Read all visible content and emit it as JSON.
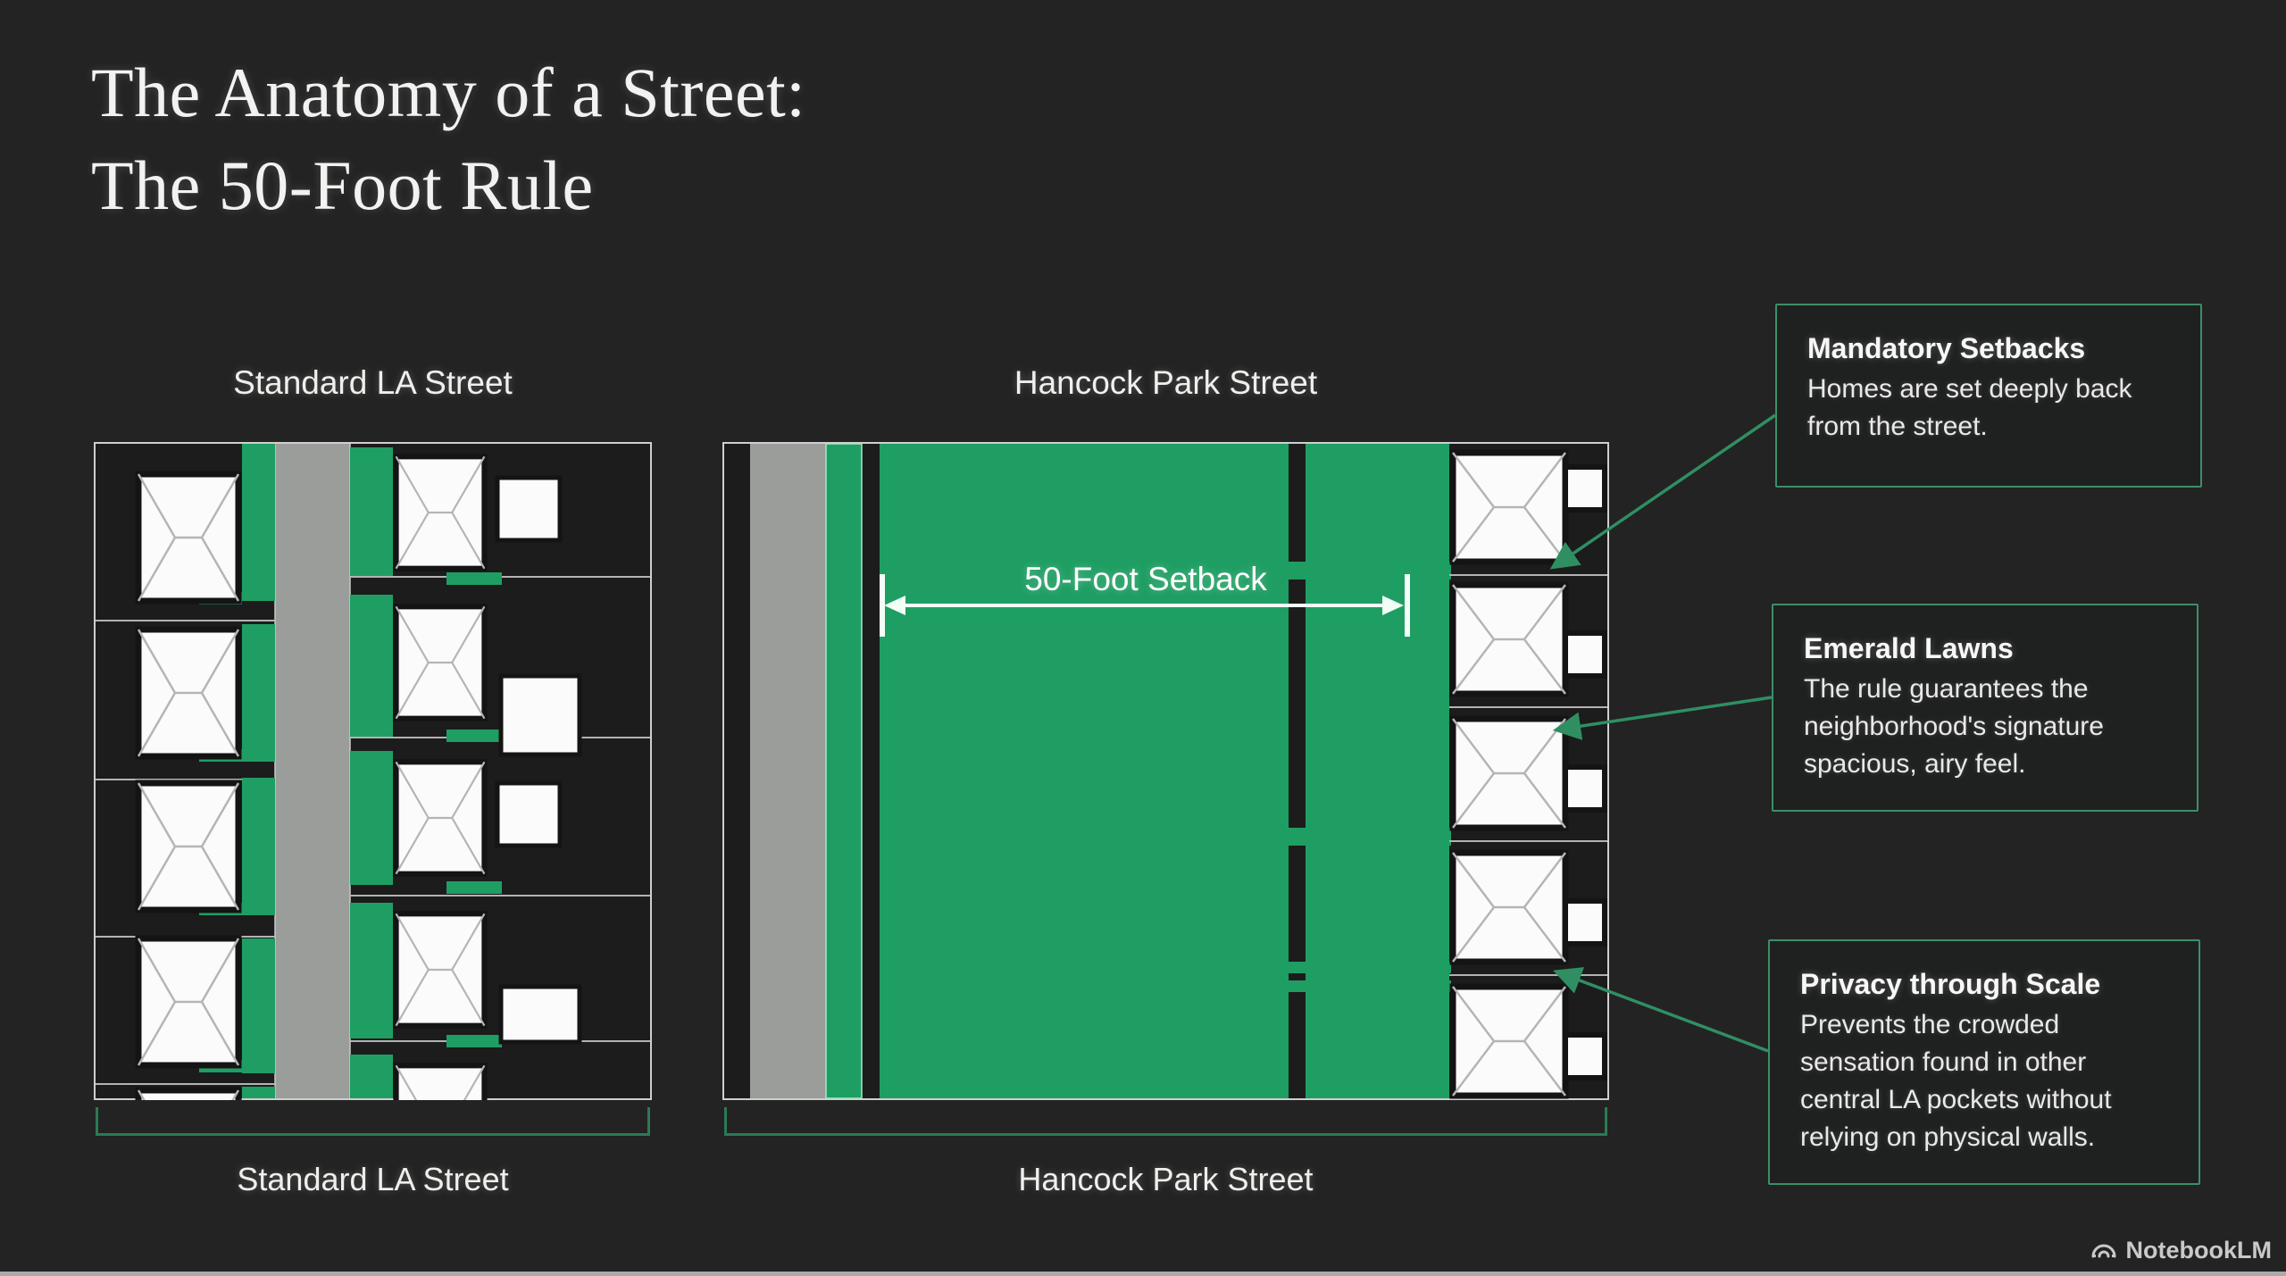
{
  "title": {
    "line1": "The Anatomy of a Street:",
    "line2": "The 50-Foot Rule"
  },
  "diagrams": {
    "standard": {
      "top_label": "Standard LA Street",
      "bottom_label": "Standard LA Street"
    },
    "hancock": {
      "top_label": "Hancock Park Street",
      "bottom_label": "Hancock Park Street",
      "setback_label": "50-Foot Setback"
    }
  },
  "callouts": [
    {
      "title": "Mandatory Setbacks",
      "body": "Homes are set deeply back from the street."
    },
    {
      "title": "Emerald Lawns",
      "body": "The rule guarantees the neighborhood's signature spacious, airy feel."
    },
    {
      "title": "Privacy through Scale",
      "body": "Prevents the crowded sensation found in other central LA pockets without relying on physical walls."
    }
  ],
  "watermark": {
    "label": "NotebookLM"
  },
  "colors": {
    "background": "#232323",
    "panel_dark": "#1c1c1c",
    "street_gray": "#9b9d9b",
    "lawn_green": "#1f9e63",
    "accent_green": "#2f8f63",
    "callout_border": "#3c8f68",
    "house_white": "#fbfbfb",
    "frame_gray": "#cfcfcf",
    "text_white": "#f2f2f0",
    "watermark_gray": "#c9c9c9",
    "bottom_strip": "#a9aba9",
    "setback_white": "#f2fff7"
  }
}
